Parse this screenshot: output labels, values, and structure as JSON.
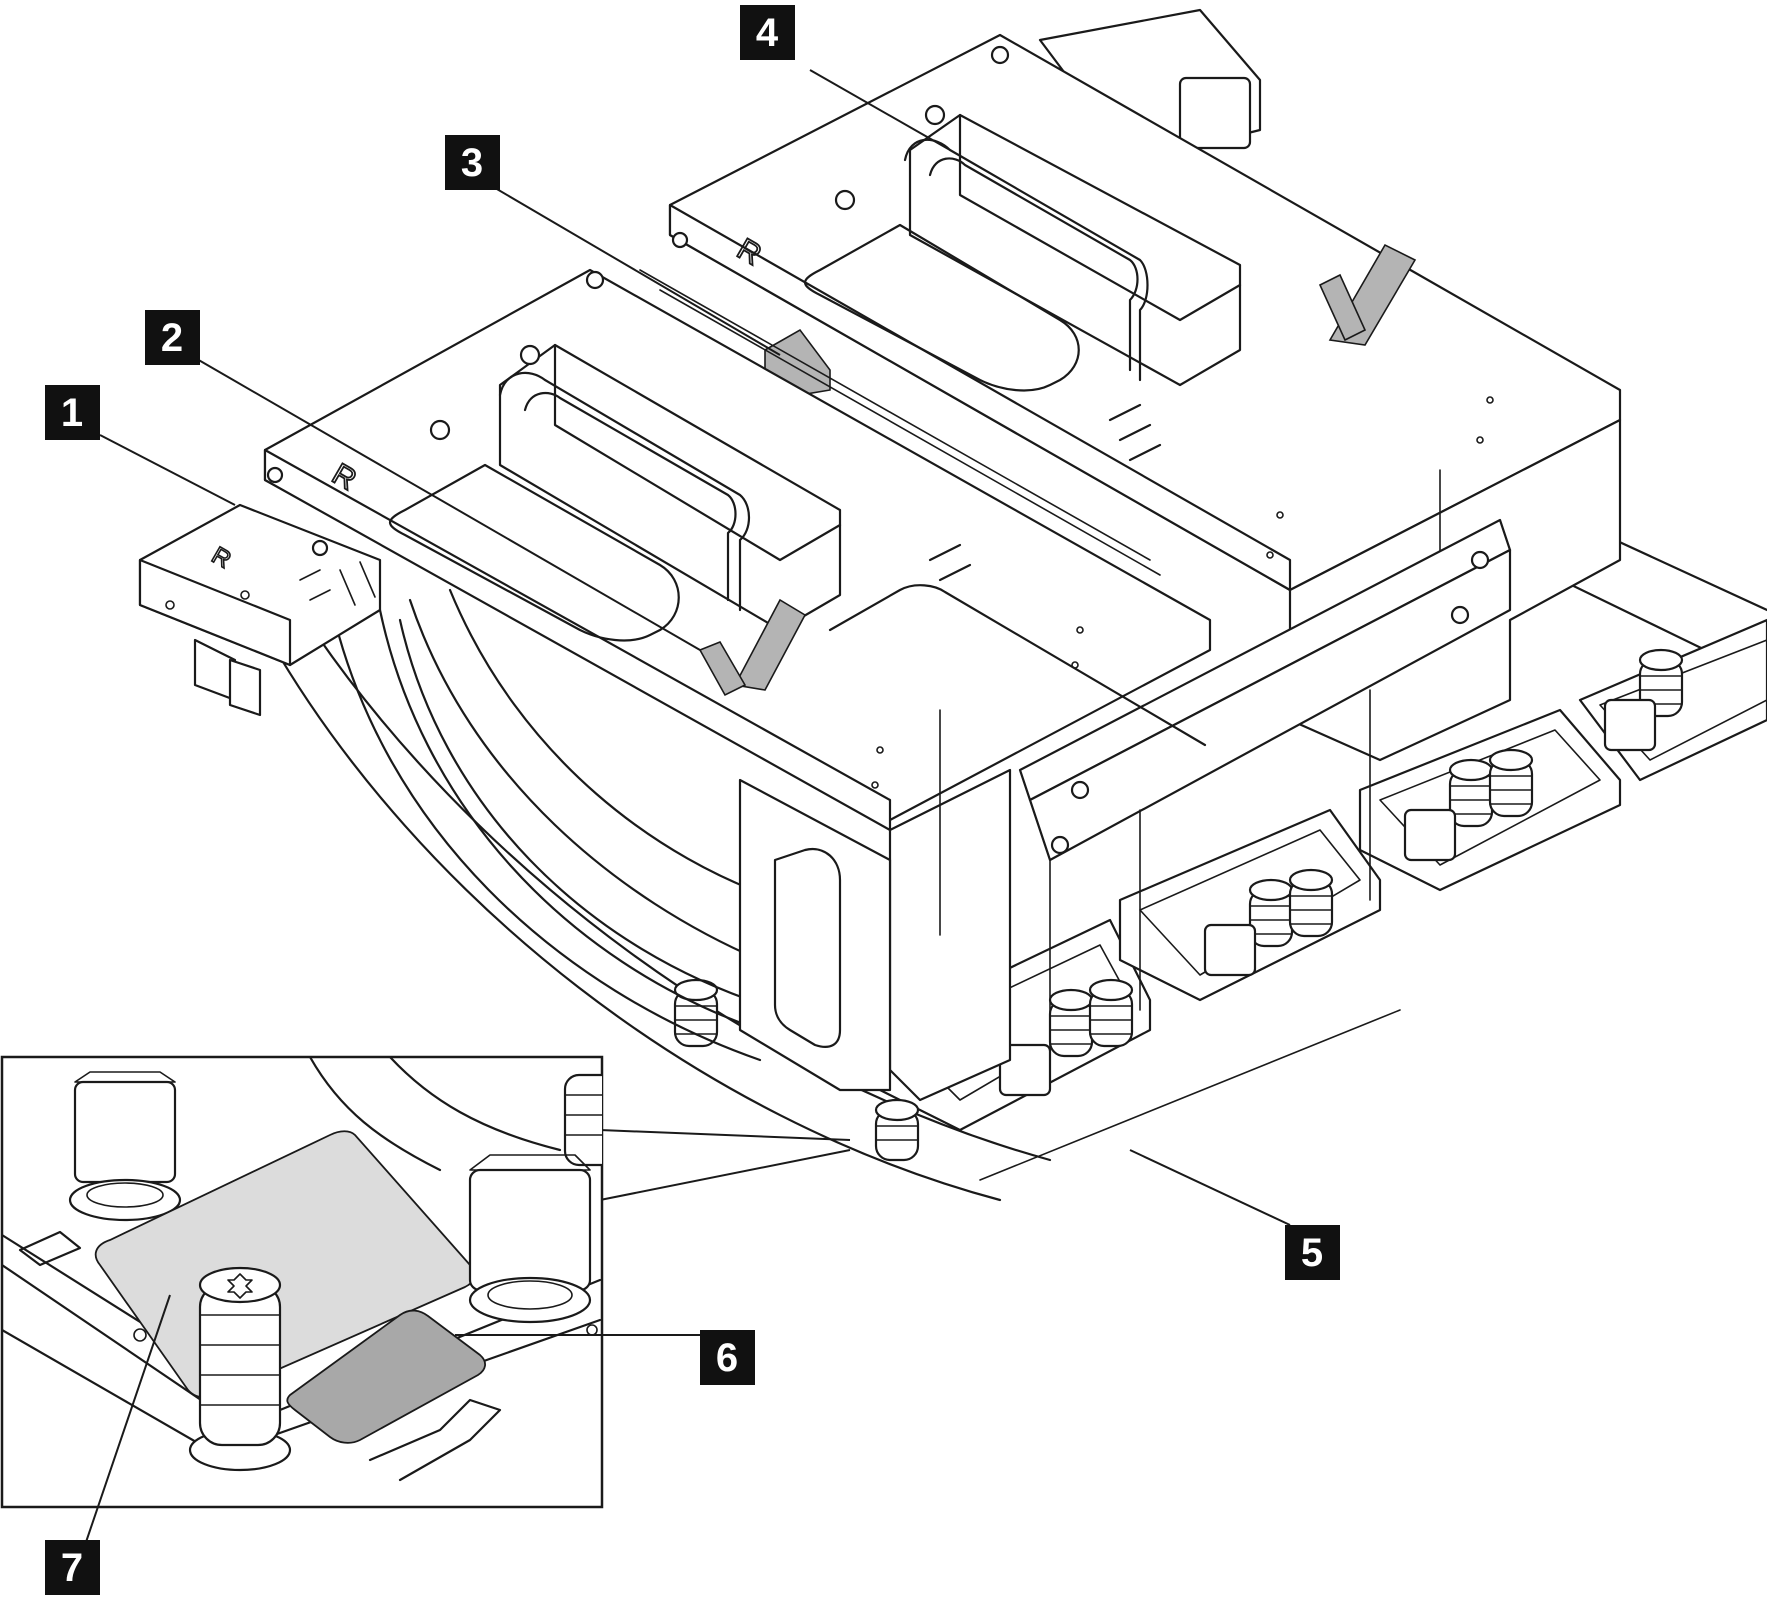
{
  "callouts": [
    {
      "id": "1",
      "label": "1"
    },
    {
      "id": "2",
      "label": "2"
    },
    {
      "id": "3",
      "label": "3"
    },
    {
      "id": "4",
      "label": "4"
    },
    {
      "id": "5",
      "label": "5"
    },
    {
      "id": "6",
      "label": "6"
    },
    {
      "id": "7",
      "label": "7"
    }
  ],
  "colors": {
    "line": "#1a1a1a",
    "callout_fill": "#111111",
    "callout_text": "#ffffff",
    "pad_light": "#dcdcdc",
    "pad_dark": "#a8a8a8",
    "pull_tab": "#b4b4b4"
  }
}
